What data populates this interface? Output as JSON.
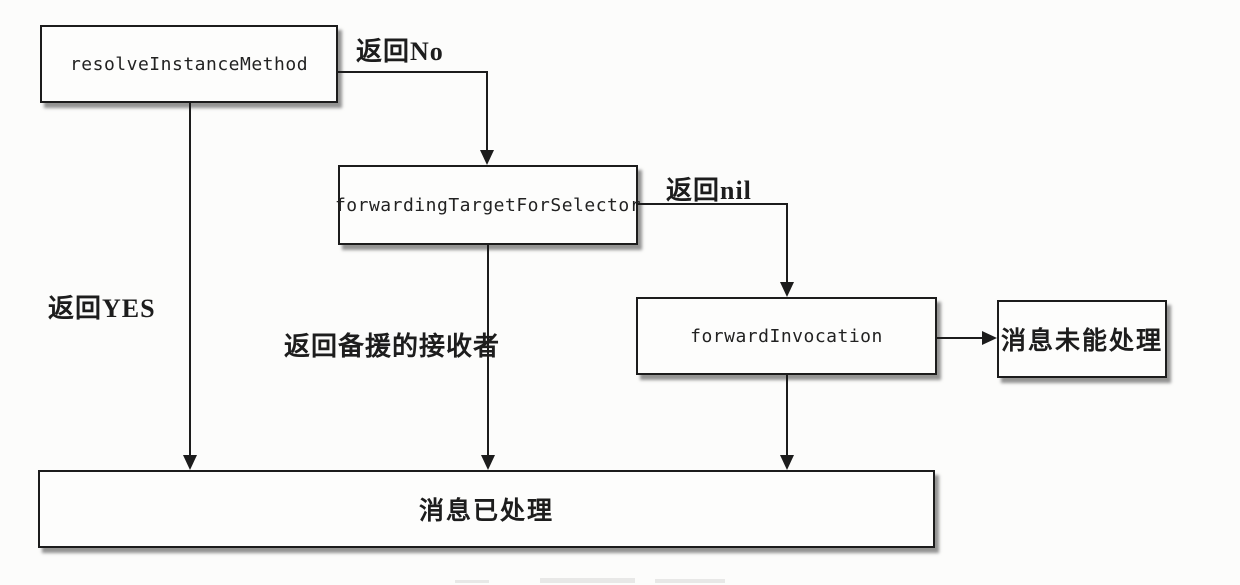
{
  "diagram": {
    "boxes": {
      "resolve": {
        "label": "resolveInstanceMethod"
      },
      "forwarding_target": {
        "label": "forwardingTargetForSelector"
      },
      "forward_invocation": {
        "label": "forwardInvocation"
      },
      "message_unhandled": {
        "label": "消息未能处理"
      },
      "message_handled": {
        "label": "消息已处理"
      }
    },
    "edge_labels": {
      "return_no": "返回No",
      "return_yes": "返回YES",
      "return_nil": "返回nil",
      "return_backup_receiver": "返回备援的接收者"
    },
    "colors": {
      "line": "#1c1c1c",
      "box_background": "#fdfdfc",
      "page_background": "#fcfcfb",
      "shadow": "#3c3c3c"
    }
  }
}
